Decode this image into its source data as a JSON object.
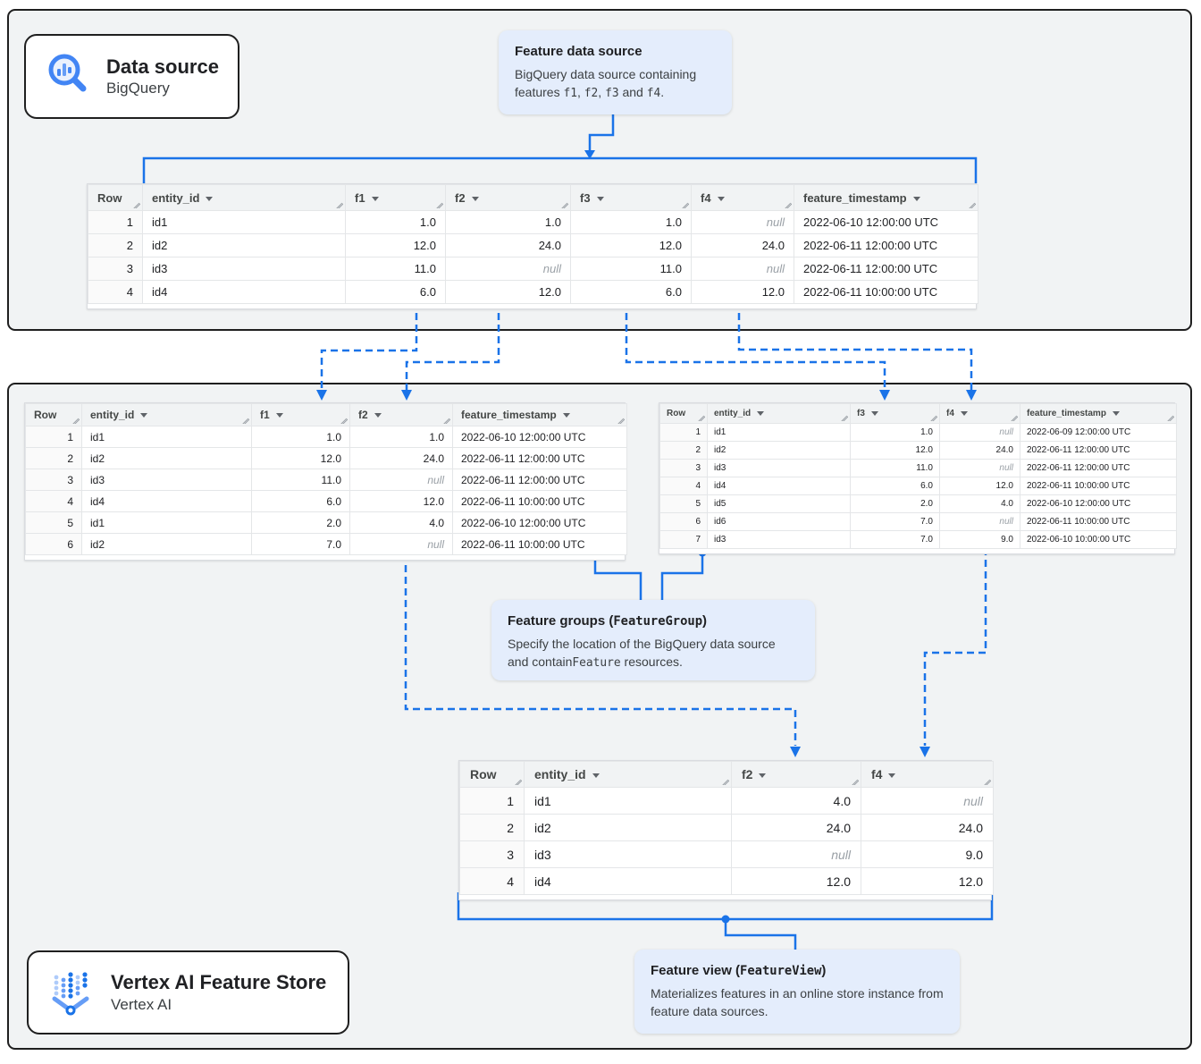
{
  "colors": {
    "accent_blue": "#1a73e8",
    "callout_bg": "#e4edfc",
    "panel_bg": "#f1f3f4",
    "null_text": "#9aa0a6",
    "icon_blue": "#4285f4"
  },
  "cards": {
    "data_source": {
      "title": "Data source",
      "subtitle": "BigQuery",
      "icon": "search-barchart-icon"
    },
    "feature_store": {
      "title": "Vertex AI Feature Store",
      "subtitle": "Vertex AI",
      "icon": "vertex-ai-icon"
    }
  },
  "callouts": {
    "feature_data_source": {
      "title_parts": [
        {
          "t": "Feature data source"
        }
      ],
      "body_parts": [
        {
          "t": "BigQuery data source containing features "
        },
        {
          "m": "f1"
        },
        {
          "t": ", "
        },
        {
          "m": "f2"
        },
        {
          "t": ", "
        },
        {
          "m": "f3"
        },
        {
          "t": " and "
        },
        {
          "m": "f4"
        },
        {
          "t": "."
        }
      ]
    },
    "feature_groups": {
      "title_parts": [
        {
          "t": "Feature groups ("
        },
        {
          "m": "FeatureGroup"
        },
        {
          "t": ")"
        }
      ],
      "body_parts": [
        {
          "t": "Specify the location of the BigQuery data source and contain"
        },
        {
          "m": "Feature"
        },
        {
          "t": " resources."
        }
      ]
    },
    "feature_view": {
      "title_parts": [
        {
          "t": "Feature view ("
        },
        {
          "m": "FeatureView"
        },
        {
          "t": ")"
        }
      ],
      "body_parts": [
        {
          "t": "Materializes features in an online store instance from feature data sources."
        }
      ]
    }
  },
  "tables": {
    "source": {
      "columns": [
        {
          "label": "Row",
          "kind": "rownum",
          "sortable": false
        },
        {
          "label": "entity_id",
          "kind": "text",
          "sortable": true
        },
        {
          "label": "f1",
          "kind": "num",
          "sortable": true
        },
        {
          "label": "f2",
          "kind": "num",
          "sortable": true
        },
        {
          "label": "f3",
          "kind": "num",
          "sortable": true
        },
        {
          "label": "f4",
          "kind": "num",
          "sortable": true
        },
        {
          "label": "feature_timestamp",
          "kind": "ts",
          "sortable": true
        }
      ],
      "rows": [
        [
          "1",
          "id1",
          "1.0",
          "1.0",
          "1.0",
          null,
          "2022-06-10 12:00:00 UTC"
        ],
        [
          "2",
          "id2",
          "12.0",
          "24.0",
          "12.0",
          "24.0",
          "2022-06-11 12:00:00 UTC"
        ],
        [
          "3",
          "id3",
          "11.0",
          null,
          "11.0",
          null,
          "2022-06-11 12:00:00 UTC"
        ],
        [
          "4",
          "id4",
          "6.0",
          "12.0",
          "6.0",
          "12.0",
          "2022-06-11 10:00:00 UTC"
        ]
      ]
    },
    "group1": {
      "columns": [
        {
          "label": "Row",
          "kind": "rownum",
          "sortable": false
        },
        {
          "label": "entity_id",
          "kind": "text",
          "sortable": true
        },
        {
          "label": "f1",
          "kind": "num",
          "sortable": true
        },
        {
          "label": "f2",
          "kind": "num",
          "sortable": true
        },
        {
          "label": "feature_timestamp",
          "kind": "ts",
          "sortable": true
        }
      ],
      "rows": [
        [
          "1",
          "id1",
          "1.0",
          "1.0",
          "2022-06-10 12:00:00 UTC"
        ],
        [
          "2",
          "id2",
          "12.0",
          "24.0",
          "2022-06-11 12:00:00 UTC"
        ],
        [
          "3",
          "id3",
          "11.0",
          null,
          "2022-06-11 12:00:00 UTC"
        ],
        [
          "4",
          "id4",
          "6.0",
          "12.0",
          "2022-06-11 10:00:00 UTC"
        ],
        [
          "5",
          "id1",
          "2.0",
          "4.0",
          "2022-06-10 12:00:00 UTC"
        ],
        [
          "6",
          "id2",
          "7.0",
          null,
          "2022-06-11 10:00:00 UTC"
        ]
      ]
    },
    "group2": {
      "columns": [
        {
          "label": "Row",
          "kind": "rownum",
          "sortable": false
        },
        {
          "label": "entity_id",
          "kind": "text",
          "sortable": true
        },
        {
          "label": "f3",
          "kind": "num",
          "sortable": true
        },
        {
          "label": "f4",
          "kind": "num",
          "sortable": true
        },
        {
          "label": "feature_timestamp",
          "kind": "ts",
          "sortable": true
        }
      ],
      "rows": [
        [
          "1",
          "id1",
          "1.0",
          null,
          "2022-06-09 12:00:00 UTC"
        ],
        [
          "2",
          "id2",
          "12.0",
          "24.0",
          "2022-06-11 12:00:00 UTC"
        ],
        [
          "3",
          "id3",
          "11.0",
          null,
          "2022-06-11 12:00:00 UTC"
        ],
        [
          "4",
          "id4",
          "6.0",
          "12.0",
          "2022-06-11 10:00:00 UTC"
        ],
        [
          "5",
          "id5",
          "2.0",
          "4.0",
          "2022-06-10 12:00:00 UTC"
        ],
        [
          "6",
          "id6",
          "7.0",
          null,
          "2022-06-11 10:00:00 UTC"
        ],
        [
          "7",
          "id3",
          "7.0",
          "9.0",
          "2022-06-10 10:00:00 UTC"
        ]
      ]
    },
    "view": {
      "columns": [
        {
          "label": "Row",
          "kind": "rownum",
          "sortable": false
        },
        {
          "label": "entity_id",
          "kind": "text",
          "sortable": true
        },
        {
          "label": "f2",
          "kind": "num",
          "sortable": true
        },
        {
          "label": "f4",
          "kind": "num",
          "sortable": true
        }
      ],
      "rows": [
        [
          "1",
          "id1",
          "4.0",
          null
        ],
        [
          "2",
          "id2",
          "24.0",
          "24.0"
        ],
        [
          "3",
          "id3",
          null,
          "9.0"
        ],
        [
          "4",
          "id4",
          "12.0",
          "12.0"
        ]
      ]
    }
  },
  "null_display": "null"
}
